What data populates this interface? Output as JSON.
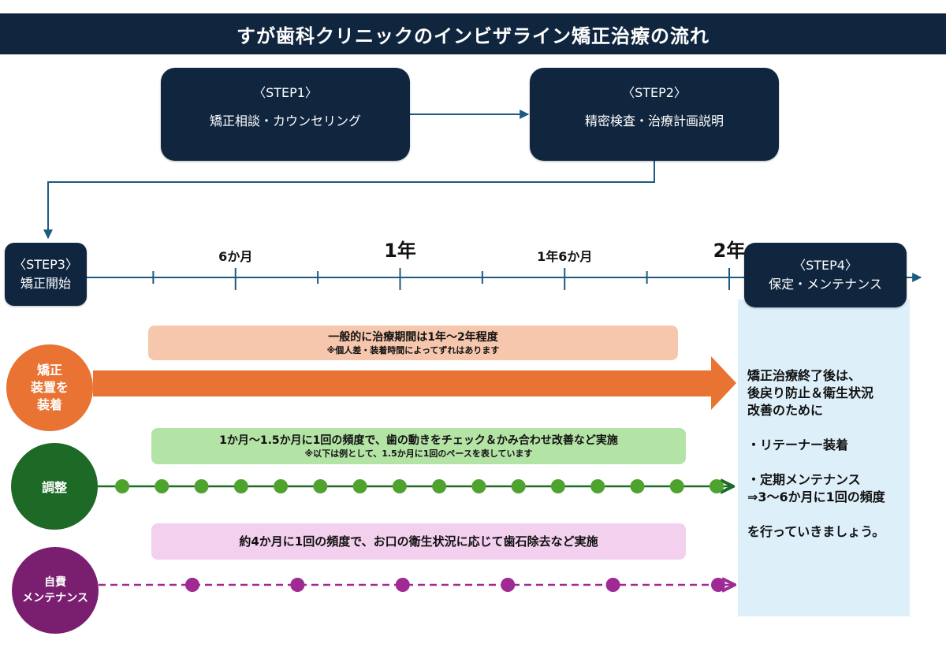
{
  "title": "すが歯科クリニックのインビザライン矯正治療の流れ",
  "colors": {
    "navy": "#10263f",
    "line_blue": "#1d5a82",
    "orange": "#e87332",
    "orange_light": "#f6c7ad",
    "green_dark": "#1c6a26",
    "green_dot": "#4ea32f",
    "green_light": "#b4e3a6",
    "purple": "#7a1f70",
    "purple_dot": "#a02a94",
    "pink_light": "#f2d0ee",
    "panel_blue": "#ddeff9"
  },
  "steps": [
    {
      "label": "〈STEP1〉",
      "name": "矯正相談・カウンセリング"
    },
    {
      "label": "〈STEP2〉",
      "name": "精密検査・治療計画説明"
    },
    {
      "label": "〈STEP3〉",
      "name": "矯正開始"
    },
    {
      "label": "〈STEP4〉",
      "name": "保定・メンテナンス"
    }
  ],
  "timeline": {
    "unit": "months",
    "range": [
      0,
      24
    ],
    "minor_ticks": [
      3,
      9,
      15,
      21
    ],
    "major_ticks": [
      {
        "month": 6,
        "label": "6か月"
      },
      {
        "month": 12,
        "label": "1年",
        "emphasis": true
      },
      {
        "month": 18,
        "label": "1年6か月"
      },
      {
        "month": 24,
        "label": "2年",
        "emphasis": true
      }
    ]
  },
  "rows": [
    {
      "id": "appliance",
      "circle_lines": [
        "矯正",
        "装置を",
        "装着"
      ],
      "note_line1": "一般的に治療期間は1年〜2年程度",
      "note_line2": "※個人差・装着時間によってずれはあります",
      "style": "thick-arrow"
    },
    {
      "id": "adjustment",
      "circle_lines": [
        "調整"
      ],
      "note_line1": "1か月〜1.5か月に1回の頻度で、歯の動きをチェック＆かみ合わせ改善など実施",
      "note_line2": "※以下は例として、1.5か月に1回のペースを表しています",
      "style": "solid-dots",
      "dot_months": [
        1.5,
        3,
        4.5,
        6,
        7.5,
        9,
        10.5,
        12,
        13.5,
        15,
        16.5,
        18,
        19.5,
        21,
        22.5,
        24
      ]
    },
    {
      "id": "maintenance",
      "circle_lines": [
        "自費",
        "メンテナンス"
      ],
      "note_line1": "約4か月に1回の頻度で、お口の衛生状況に応じて歯石除去など実施",
      "style": "dashed-dots",
      "dot_months": [
        4,
        8,
        12,
        16,
        20,
        24
      ]
    }
  ],
  "step4_panel": {
    "lines": [
      "矯正治療終了後は、",
      "後戻り防止＆衛生状況",
      "改善のために",
      "",
      "・リテーナー装着",
      "",
      "・定期メンテナンス",
      "⇒3〜6か月に1回の頻度",
      "",
      "を行っていきましょう。"
    ]
  }
}
